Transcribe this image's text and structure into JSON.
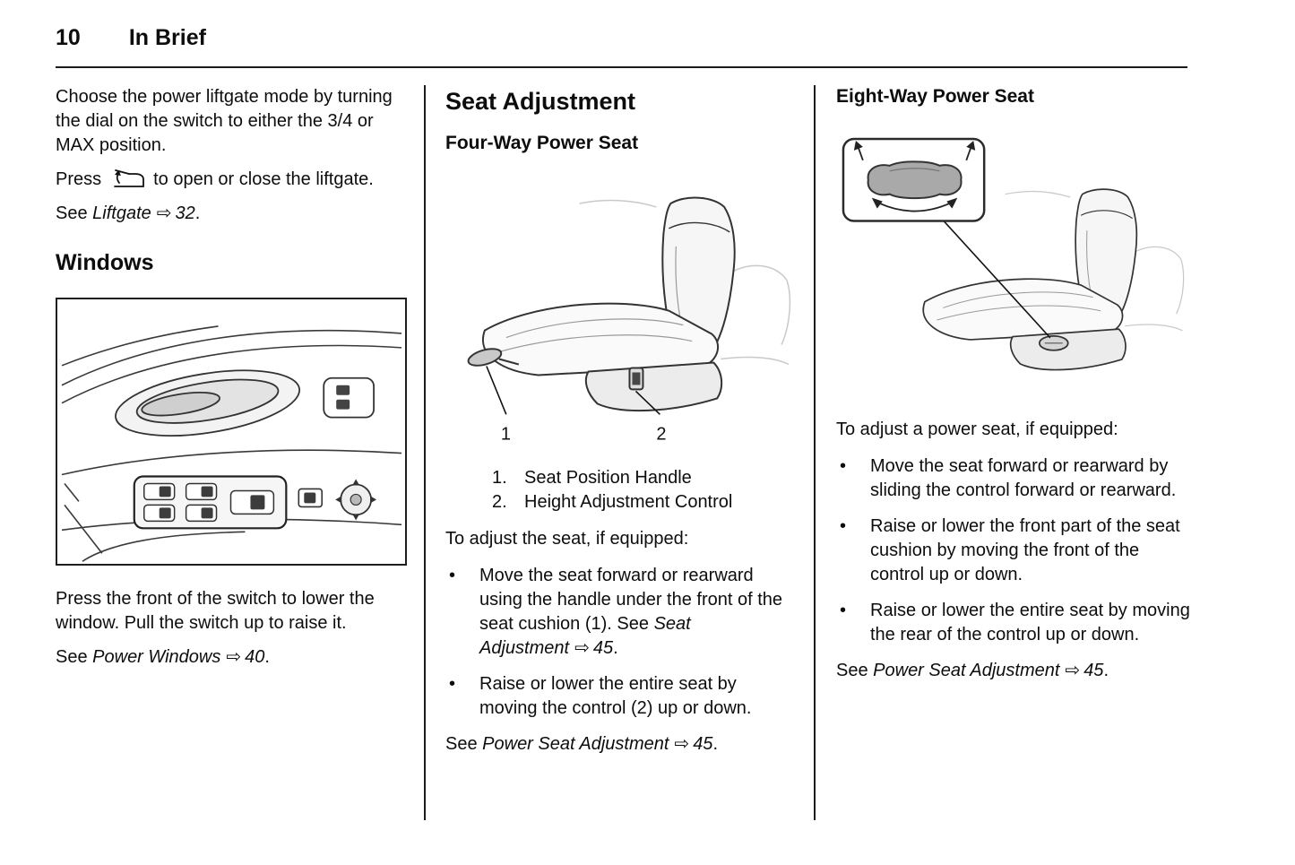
{
  "ui": {
    "bullet": "•",
    "arrow": "⇨"
  },
  "page": {
    "number": "10",
    "section_title": "In Brief"
  },
  "left": {
    "para_liftgate": "Choose the power liftgate mode by turning the dial on the switch to either the 3/4 or MAX position.",
    "press_prefix": "Press",
    "press_suffix": "to open or close the liftgate.",
    "see_liftgate": {
      "prefix": "See ",
      "title": "Liftgate",
      "page": "32",
      "suffix": "."
    },
    "windows_heading": "Windows",
    "para_switch": "Press the front of the switch to lower the window. Pull the switch up to raise it.",
    "see_windows": {
      "prefix": "See ",
      "title": "Power Windows",
      "page": "40",
      "suffix": "."
    }
  },
  "middle": {
    "heading": "Seat Adjustment",
    "subheading": "Four-Way Power Seat",
    "figure": {
      "callout1": "1",
      "callout2": "2"
    },
    "callouts": [
      {
        "num": "1.",
        "label": "Seat Position Handle"
      },
      {
        "num": "2.",
        "label": "Height Adjustment Control"
      }
    ],
    "intro": "To adjust the seat, if equipped:",
    "bullet1": {
      "text": "Move the seat forward or rearward using the handle under the front of the seat cushion (1). See ",
      "title": "Seat Adjustment",
      "page": "45",
      "suffix": "."
    },
    "bullet2": "Raise or lower the entire seat by moving the control (2) up or down.",
    "see_ref": {
      "prefix": "See ",
      "title": "Power Seat Adjustment",
      "page": "45",
      "suffix": "."
    }
  },
  "right": {
    "heading": "Eight-Way Power Seat",
    "intro": "To adjust a power seat, if equipped:",
    "bullets": [
      "Move the seat forward or rearward by sliding the control forward or rearward.",
      "Raise or lower the front part of the seat cushion by moving the front of the control up or down.",
      "Raise or lower the entire seat by moving the rear of the control up or down."
    ],
    "see_ref": {
      "prefix": "See ",
      "title": "Power Seat Adjustment",
      "page": "45",
      "suffix": "."
    }
  }
}
